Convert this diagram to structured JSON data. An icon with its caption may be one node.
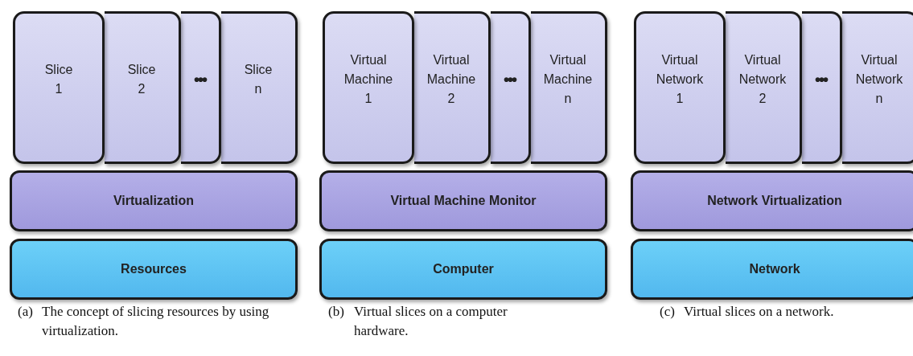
{
  "diagram": {
    "nodes": [
      {
        "text": [
          "Slice 1"
        ]
      },
      {
        "text": [
          "Slice 2"
        ]
      },
      {
        "text": [
          "•••"
        ]
      },
      {
        "text": [
          "Slice n"
        ]
      },
      {
        "text": [
          "Virtualization"
        ]
      },
      {
        "text": [
          "Resources"
        ]
      },
      {
        "text": [
          "Virtual Machine 1"
        ]
      },
      {
        "text": [
          "Virtual Machine 2"
        ]
      },
      {
        "text": [
          "•••"
        ]
      },
      {
        "text": [
          "Virtual Machine n"
        ]
      },
      {
        "text": [
          "Virtual Machine Monitor"
        ]
      },
      {
        "text": [
          "Computer"
        ]
      },
      {
        "text": [
          "Virtual Network 1"
        ]
      },
      {
        "text": [
          "Virtual Network 2"
        ]
      },
      {
        "text": [
          "•••"
        ]
      },
      {
        "text": [
          "Virtual Network n"
        ]
      },
      {
        "text": [
          "Network Virtualization"
        ]
      },
      {
        "text": [
          "Network"
        ]
      }
    ],
    "labels": [
      "(a)",
      "The concept of slicing resources by using virtualization.",
      "(b)",
      "Virtual slices on a computer hardware.",
      "(c)",
      "Virtual slices on a network."
    ]
  }
}
